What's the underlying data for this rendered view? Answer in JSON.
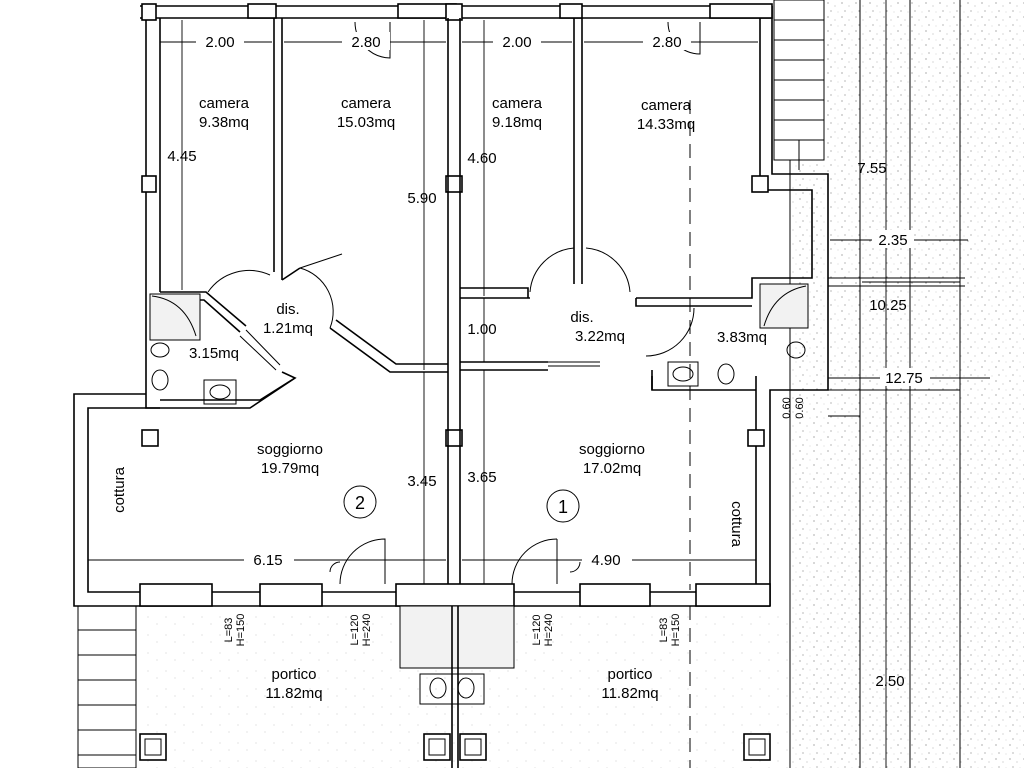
{
  "rooms": {
    "camera1": {
      "name": "camera",
      "area": "9.38mq"
    },
    "camera2": {
      "name": "camera",
      "area": "15.03mq"
    },
    "camera3": {
      "name": "camera",
      "area": "9.18mq"
    },
    "camera4": {
      "name": "camera",
      "area": "14.33mq"
    },
    "dis1": {
      "name": "dis.",
      "area": "1.21mq"
    },
    "dis2": {
      "name": "dis.",
      "area": "3.22mq"
    },
    "bagno1": {
      "area": "3.15mq"
    },
    "bagno2": {
      "area": "3.83mq"
    },
    "soggiorno1": {
      "name": "soggiorno",
      "area": "19.79mq"
    },
    "soggiorno2": {
      "name": "soggiorno",
      "area": "17.02mq"
    },
    "cottura1": {
      "name": "cottura"
    },
    "cottura2": {
      "name": "cottura"
    },
    "portico1": {
      "name": "portico",
      "area": "11.82mq"
    },
    "portico2": {
      "name": "portico",
      "area": "11.82mq"
    }
  },
  "unit_markers": {
    "left": "2",
    "right": "1"
  },
  "dimensions": {
    "top_2_00_a": "2.00",
    "top_2_80_a": "2.80",
    "top_2_00_b": "2.00",
    "top_2_80_b": "2.80",
    "v_4_45": "4.45",
    "v_5_90": "5.90",
    "v_4_60": "4.60",
    "v_1_00": "1.00",
    "v_3_45": "3.45",
    "v_3_65": "3.65",
    "h_6_15": "6.15",
    "h_4_90": "4.90",
    "r_7_55": "7.55",
    "r_2_35": "2.35",
    "r_10_25": "10.25",
    "r_12_75": "12.75",
    "r_2_50": "2.50",
    "r_0_60a": "0.60",
    "r_0_60b": "0.60"
  },
  "windows": {
    "w1": {
      "l": "L=83",
      "h": "H=150"
    },
    "w2": {
      "l": "L=120",
      "h": "H=240"
    },
    "w3": {
      "l": "L=120",
      "h": "H=240"
    },
    "w4": {
      "l": "L=83",
      "h": "H=150"
    }
  }
}
